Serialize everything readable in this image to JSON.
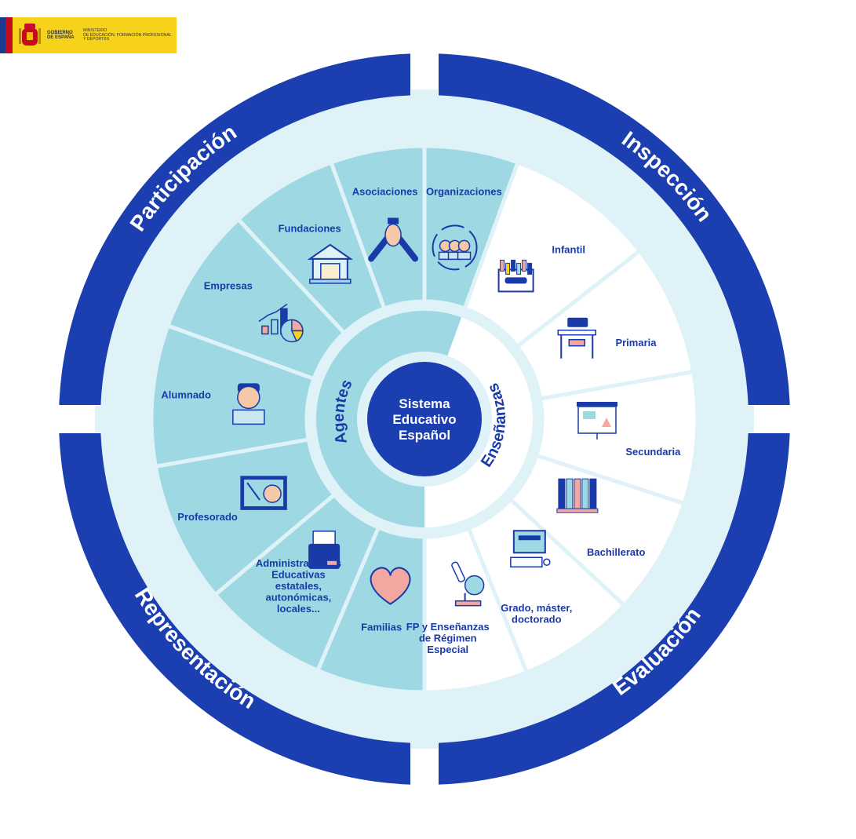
{
  "logo": {
    "gov_line1": "GOBIERNO",
    "gov_line2": "DE ESPAÑA",
    "ministry_line1": "MINISTERIO",
    "ministry_line2": "DE EDUCACIÓN, FORMACIÓN PROFESIONAL",
    "ministry_line3": "Y DEPORTES"
  },
  "colors": {
    "dark_blue": "#1b3eb0",
    "light_ring": "#dff2f7",
    "teal": "#9ed8e3",
    "white": "#ffffff",
    "text_blue": "#1a3aa8"
  },
  "center": {
    "lines": [
      "Sistema",
      "Educativo",
      "Español"
    ]
  },
  "inner_ring": {
    "left_label": "Agentes",
    "right_label": "Enseñanzas"
  },
  "outer_ring": {
    "top_left": "Participación",
    "top_right": "Inspección",
    "bottom_right": "Evaluación",
    "bottom_left": "Representación"
  },
  "agentes": [
    {
      "lines": [
        "Organizaciones"
      ],
      "icon": "organizations-icon"
    },
    {
      "lines": [
        "Asociaciones"
      ],
      "icon": "handshake-icon"
    },
    {
      "lines": [
        "Fundaciones"
      ],
      "icon": "building-icon"
    },
    {
      "lines": [
        "Empresas"
      ],
      "icon": "chart-icon"
    },
    {
      "lines": [
        "Alumnado"
      ],
      "icon": "student-icon"
    },
    {
      "lines": [
        "Profesorado"
      ],
      "icon": "teacher-icon"
    },
    {
      "lines": [
        "Administraciones",
        "Educativas",
        "estatales,",
        "autonómicas,",
        "locales..."
      ],
      "icon": "folder-icon"
    },
    {
      "lines": [
        "Familias"
      ],
      "icon": "heart-icon"
    }
  ],
  "ensenanzas": [
    {
      "lines": [
        "Infantil"
      ],
      "icon": "crayons-icon"
    },
    {
      "lines": [
        "Primaria"
      ],
      "icon": "desk-icon"
    },
    {
      "lines": [
        "Secundaria"
      ],
      "icon": "whiteboard-icon"
    },
    {
      "lines": [
        "Bachillerato"
      ],
      "icon": "books-icon"
    },
    {
      "lines": [
        "Grado, máster,",
        "doctorado"
      ],
      "icon": "computer-icon"
    },
    {
      "lines": [
        "FP y Enseñanzas",
        "de Régimen",
        "Especial"
      ],
      "icon": "microscope-icon"
    }
  ]
}
